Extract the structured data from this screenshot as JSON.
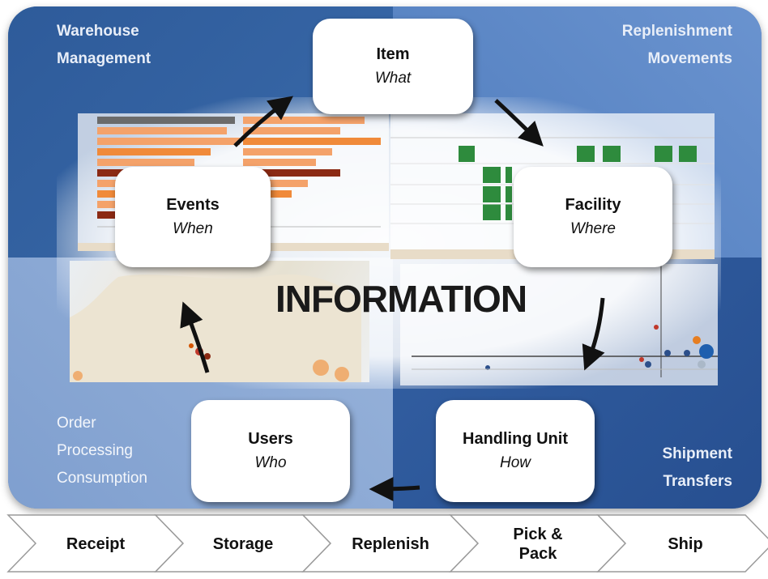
{
  "quadrants": {
    "top_left": [
      "Warehouse",
      "Management"
    ],
    "top_right": [
      "Replenishment",
      "Movements"
    ],
    "bottom_left": [
      "Order",
      "Processing",
      "Consumption"
    ],
    "bottom_right": [
      "Shipment",
      "Transfers"
    ]
  },
  "center_title": "INFORMATION",
  "cards": {
    "item": {
      "title": "Item",
      "subtitle": "What"
    },
    "events": {
      "title": "Events",
      "subtitle": "When"
    },
    "facility": {
      "title": "Facility",
      "subtitle": "Where"
    },
    "users": {
      "title": "Users",
      "subtitle": "Who"
    },
    "handling_unit": {
      "title": "Handling Unit",
      "subtitle": "How"
    }
  },
  "process_steps": [
    "Receipt",
    "Storage",
    "Replenish",
    "Pick &\nPack",
    "Ship"
  ],
  "colors": {
    "quad_top_left": "#2e5b9a",
    "quad_top_right": "#6a93cf",
    "quad_bottom_left": "#98b3da",
    "quad_bottom_right": "#274f90",
    "matrix_cell": "#2e8b3d",
    "bar_orange": "#f08a3a",
    "bar_dark": "#8b2a14",
    "arrow": "#111111"
  }
}
